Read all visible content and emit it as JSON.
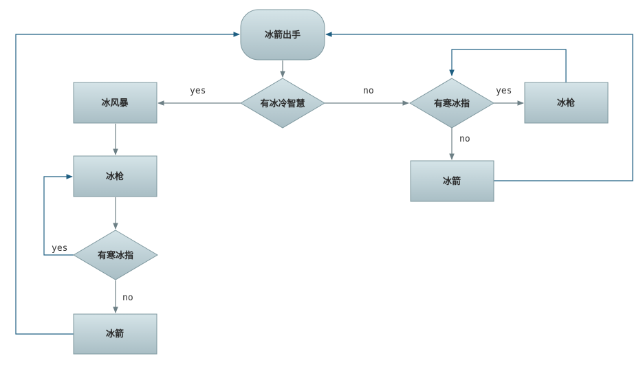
{
  "colors": {
    "node_fill_top": "#d5e4e8",
    "node_fill_bottom": "#a9bec5",
    "node_stroke": "#7d979e",
    "edge_gray": "#6d8086",
    "edge_blue": "#1f5f82"
  },
  "nodes": {
    "start": "冰箭出手",
    "decision_wisdom": "有冰冷智慧",
    "ice_storm": "冰风暴",
    "left_lance": "冰枪",
    "left_decision_frost": "有寒冰指",
    "left_arrow": "冰箭",
    "right_decision_frost": "有寒冰指",
    "right_lance": "冰枪",
    "right_arrow": "冰箭"
  },
  "edge_labels": {
    "wisdom_yes": "yes",
    "wisdom_no": "no",
    "left_frost_yes": "yes",
    "left_frost_no": "no",
    "right_frost_yes": "yes",
    "right_frost_no": "no"
  }
}
